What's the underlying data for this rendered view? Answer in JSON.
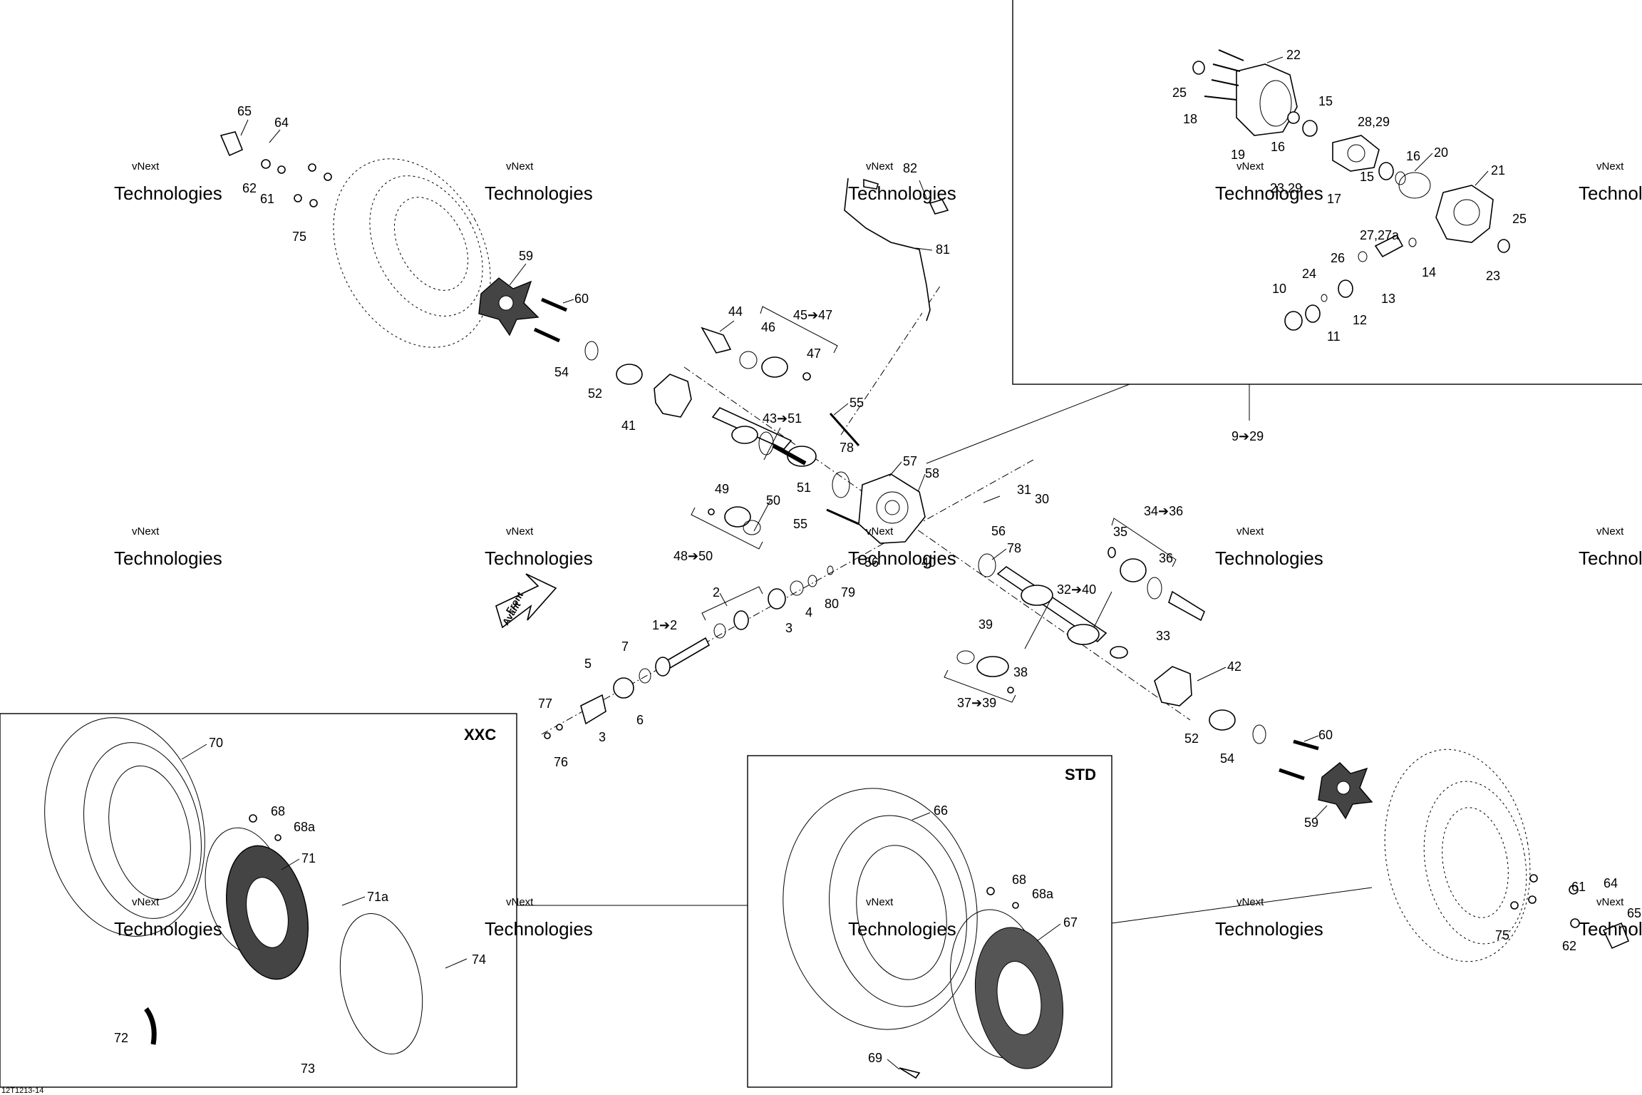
{
  "drawing_id": "12T1213-14",
  "insets": {
    "detail_range_label": "9➔29",
    "xxc_title": "XXC",
    "std_title": "STD"
  },
  "front_arrow": {
    "line1": "Front",
    "line2": "Avant"
  },
  "watermark": {
    "line1": "vNext",
    "line2": "Technologies",
    "line3": "Technologies"
  },
  "callouts": [
    "65",
    "64",
    "62",
    "61",
    "75",
    "59",
    "60",
    "54",
    "52",
    "41",
    "44",
    "45➔47",
    "46",
    "47",
    "43➔51",
    "55",
    "78",
    "51",
    "57",
    "58",
    "49",
    "50",
    "48➔50",
    "55",
    "56",
    "31",
    "30",
    "56",
    "78",
    "40",
    "34➔36",
    "35",
    "36",
    "32➔40",
    "33",
    "39",
    "38",
    "37➔39",
    "42",
    "52",
    "54",
    "60",
    "59",
    "61",
    "64",
    "75",
    "62",
    "65",
    "2",
    "1➔2",
    "4",
    "3",
    "80",
    "79",
    "7",
    "5",
    "6",
    "77",
    "3",
    "76",
    "82",
    "81",
    "22",
    "25",
    "18",
    "19",
    "15",
    "16",
    "23,29",
    "17",
    "28,29",
    "16",
    "15",
    "20",
    "21",
    "25",
    "27,27a",
    "26",
    "24",
    "13",
    "14",
    "23",
    "10",
    "11",
    "12",
    "70",
    "68",
    "68a",
    "71",
    "71a",
    "74",
    "72",
    "73",
    "66",
    "68",
    "68a",
    "67",
    "69"
  ]
}
